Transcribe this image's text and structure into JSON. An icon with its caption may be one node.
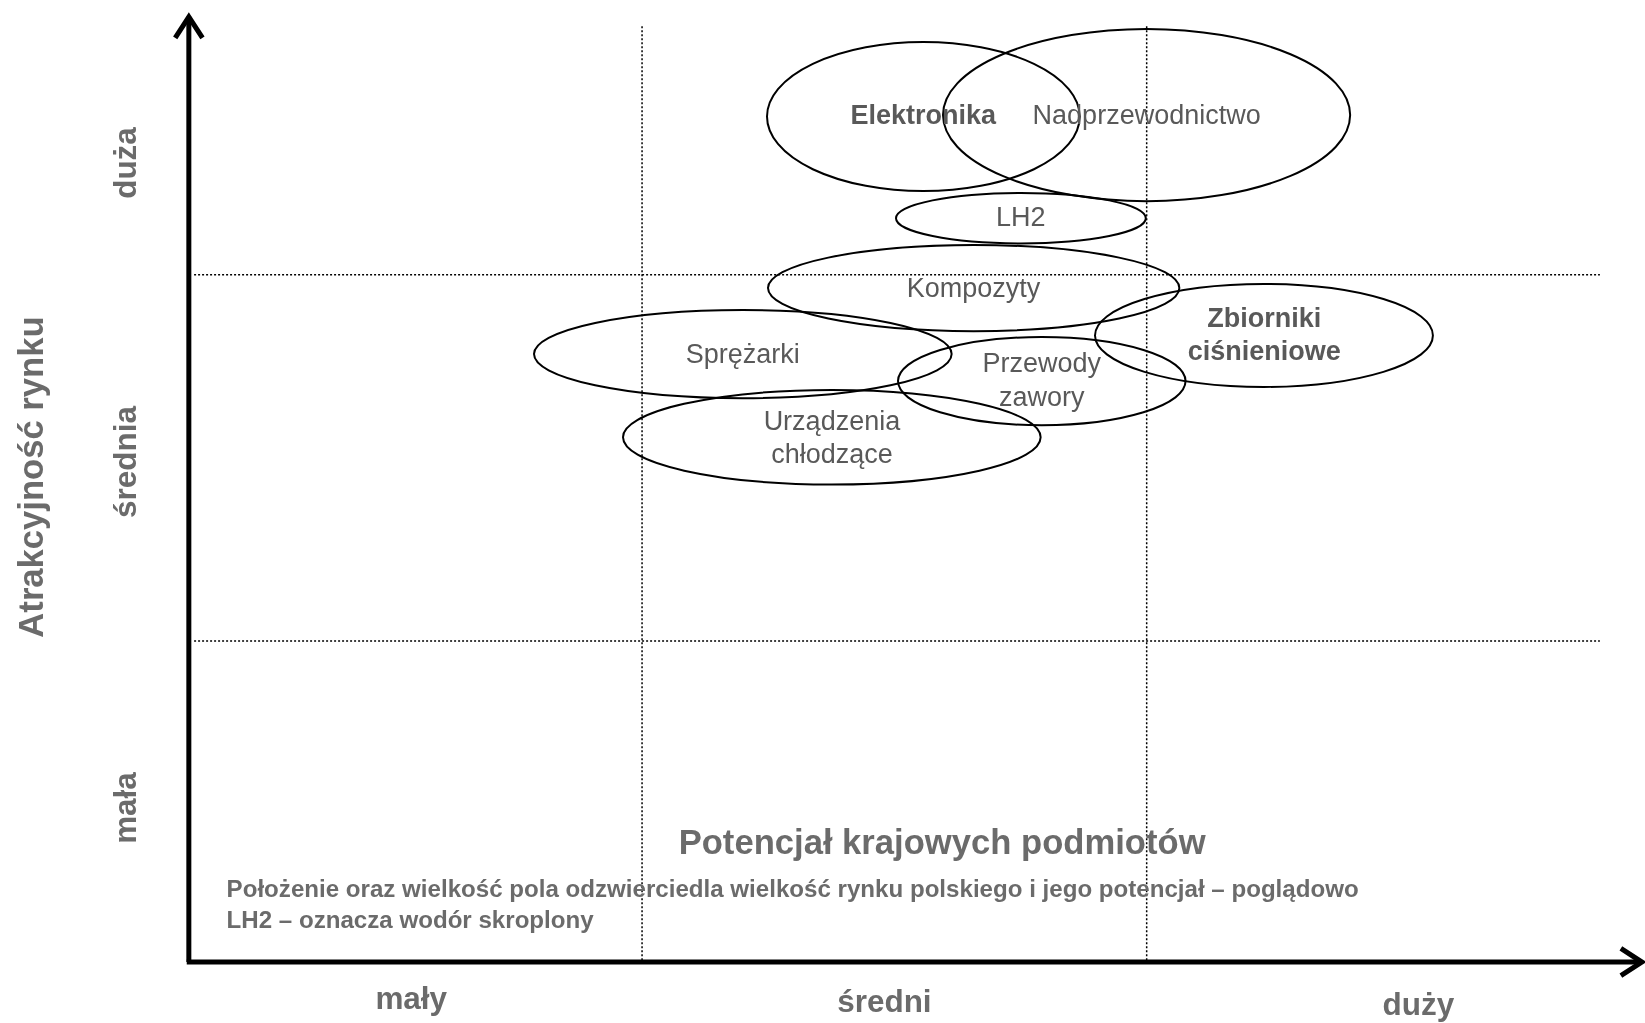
{
  "diagram": {
    "nodes": [
      {
        "text": [
          "Elektronika"
        ]
      },
      {
        "text": [
          "Nadprzewodnictwo"
        ]
      },
      {
        "text": [
          "LH2"
        ]
      },
      {
        "text": [
          "Kompozyty"
        ]
      },
      {
        "text": [
          "Zbiorniki ciśnieniowe"
        ]
      },
      {
        "text": [
          "Sprężarki"
        ]
      },
      {
        "text": [
          "Przewody zawory"
        ]
      },
      {
        "text": [
          "Urządzenia chłodzące"
        ]
      }
    ],
    "edges": [],
    "labels": [
      "Atrakcyjność rynku",
      "duża",
      "średnia",
      "mała",
      "Potencjał krajowych podmiotów",
      "Położenie oraz wielkość pola odzwierciedla wielkość rynku polskiego i jego potencjał – poglądowo",
      "LH2 – oznacza wodór skroplony",
      "mały",
      "średni",
      "duży"
    ]
  }
}
